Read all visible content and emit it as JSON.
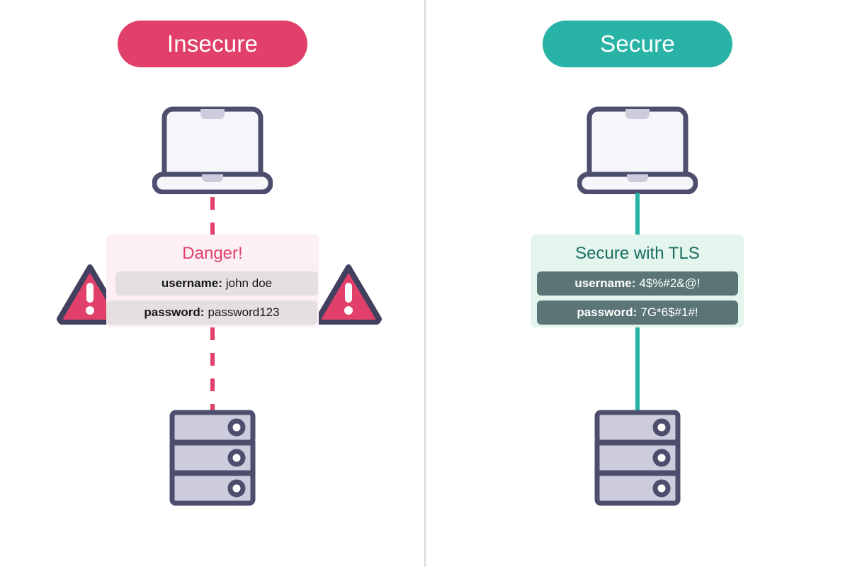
{
  "diagram": {
    "title": "Insecure vs Secure credential transmission",
    "divider": "vertical-divider"
  },
  "colors": {
    "insecure_pink": "#e0406a",
    "secure_teal": "#29b3a7",
    "danger_panel_bg": "#fdf0f5",
    "tls_panel_bg": "#e3f5ec",
    "tls_title_text": "#1c6e63",
    "outline_slate": "#4d4d6e",
    "device_fill": "#ccccdd",
    "screen_fill": "#f5f5fa",
    "plain_chip_bg": "#e4dfe1",
    "plain_chip_text": "#171719",
    "encrypted_chip_bg": "#5b7576",
    "encrypted_chip_text": "#ffffff"
  },
  "left": {
    "badge": "Insecure",
    "panel_title": "Danger!",
    "device": "laptop",
    "endpoint": "server",
    "connection": "dashed-line",
    "credentials": [
      {
        "key": "username:",
        "value": "john doe"
      },
      {
        "key": "password:",
        "value": "password123"
      }
    ],
    "icons": [
      "warning-triangle-icon",
      "warning-triangle-icon"
    ]
  },
  "right": {
    "badge": "Secure",
    "panel_title": "Secure with TLS",
    "device": "laptop",
    "endpoint": "server",
    "connection": "solid-line",
    "credentials": [
      {
        "key": "username:",
        "value": "4$%#2&@!"
      },
      {
        "key": "password:",
        "value": "7G*6$#1#!"
      }
    ],
    "icons": [
      "shield-icon",
      "padlock-icon"
    ]
  }
}
